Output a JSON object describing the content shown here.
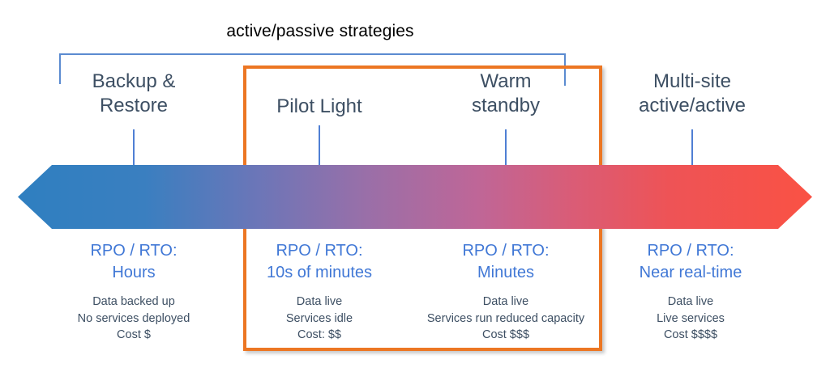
{
  "bracket": {
    "title": "active/passive strategies"
  },
  "colors": {
    "bracket_blue": "#5b8bd0",
    "highlight_orange": "#ec7623",
    "heading_text": "#3d4f63",
    "rpo_blue": "#4178d6",
    "gradient_start": "#2f7fc0",
    "gradient_mid": "#a06ba8",
    "gradient_end": "#fa5244",
    "title_text": "#000000"
  },
  "arrow": {
    "name": "bidirectional-gradient-arrow",
    "left_point": "blue",
    "right_point": "red"
  },
  "strategies": [
    {
      "label": "Backup &\nRestore",
      "rpo_rto": "RPO / RTO:\nHours",
      "details": "Data backed up\nNo services deployed\nCost $",
      "highlighted": false
    },
    {
      "label": "Pilot Light",
      "rpo_rto": "RPO / RTO:\n10s of minutes",
      "details": "Data live\nServices idle\nCost: $$",
      "highlighted": true
    },
    {
      "label": "Warm\nstandby",
      "rpo_rto": "RPO / RTO:\nMinutes",
      "details": "Data live\nServices run reduced capacity\nCost $$$",
      "highlighted": true
    },
    {
      "label": "Multi-site\nactive/active",
      "rpo_rto": "RPO / RTO:\nNear real-time",
      "details": "Data live\nLive services\nCost $$$$",
      "highlighted": false
    }
  ]
}
